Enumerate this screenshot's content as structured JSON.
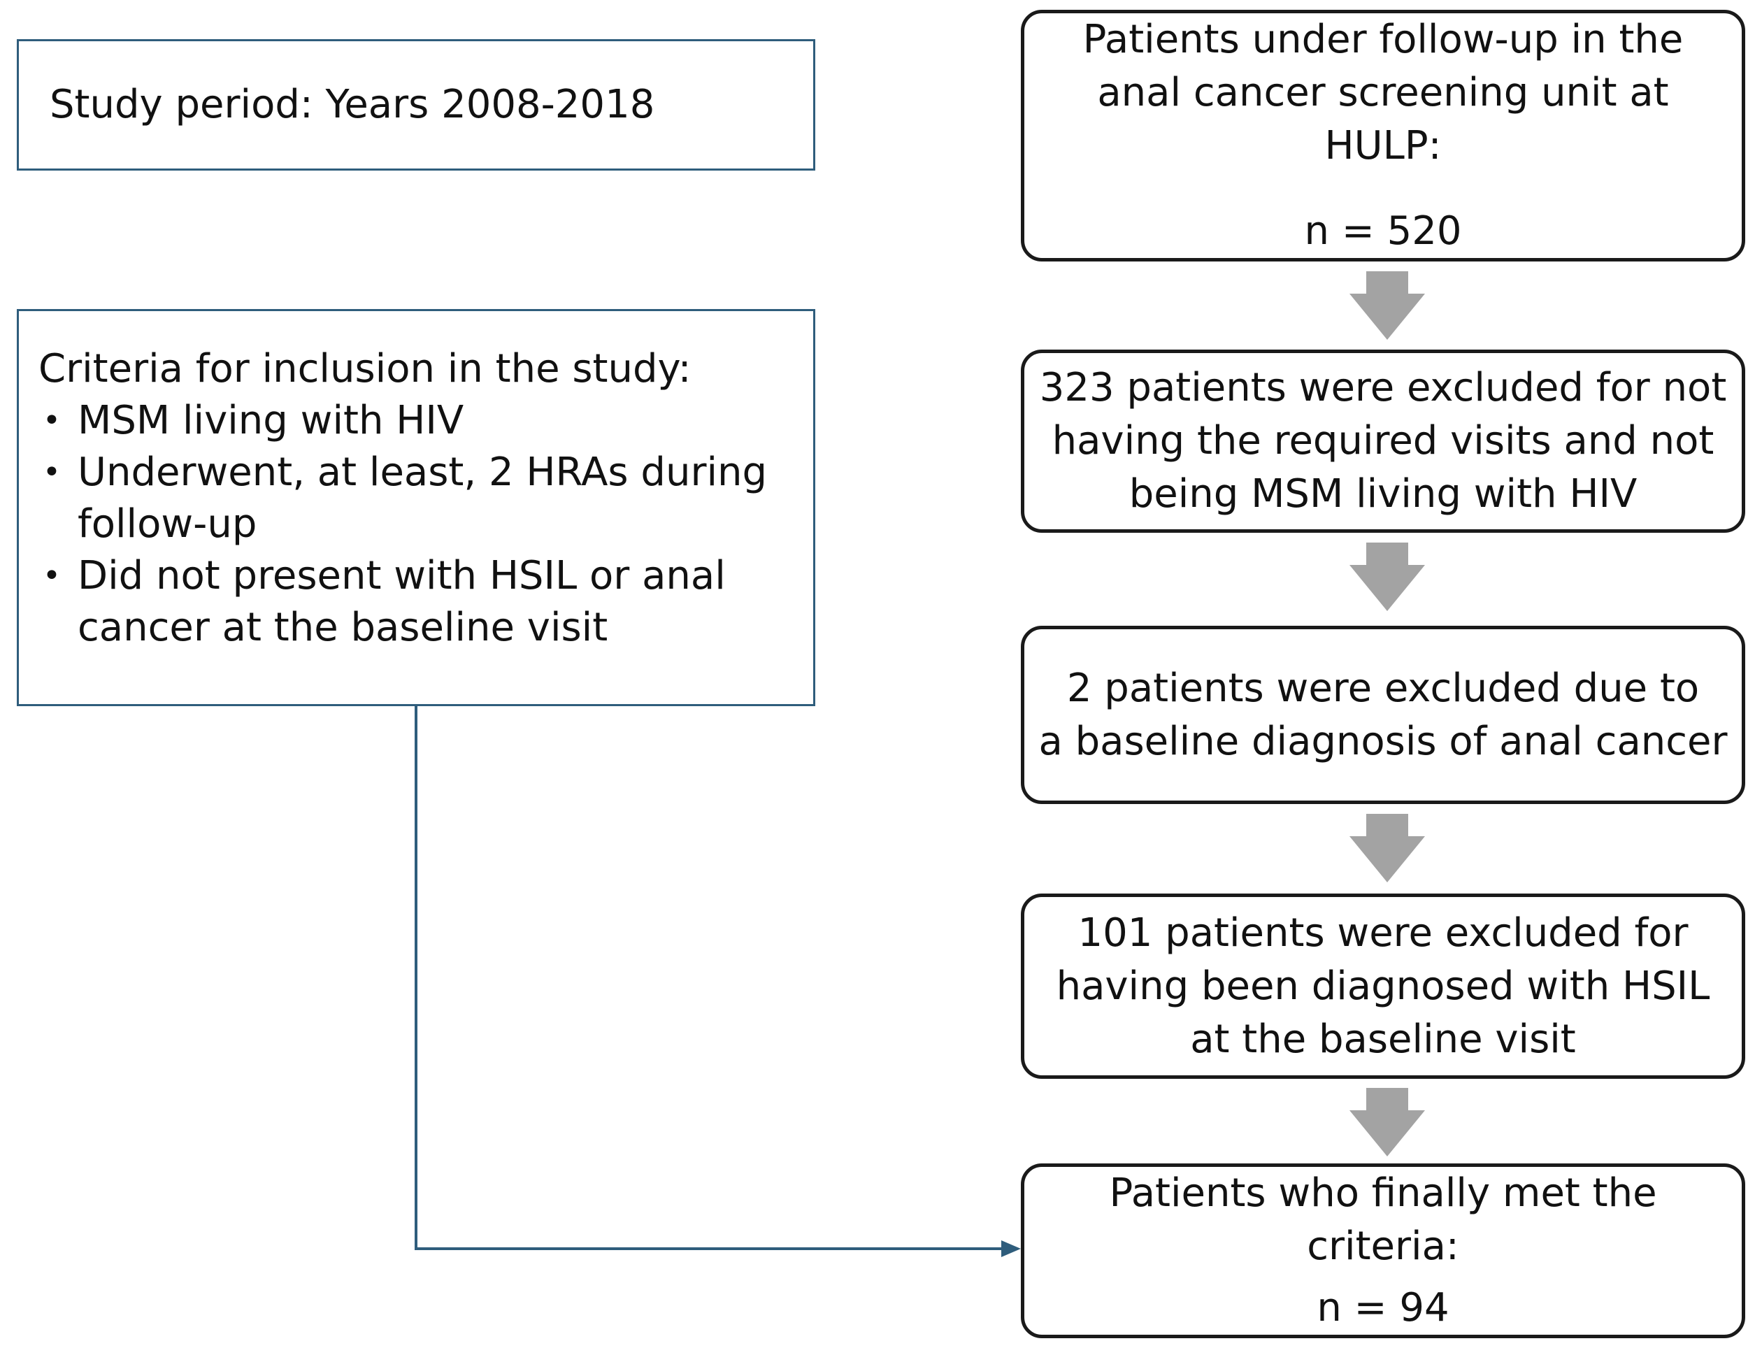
{
  "left_boxes": {
    "study_period": "Study period: Years 2008-2018",
    "criteria": {
      "heading": "Criteria for inclusion in the study:",
      "items": [
        {
          "line1": "MSM living with HIV"
        },
        {
          "line1": "Underwent, at least, 2 HRAs during",
          "line2": "follow-up"
        },
        {
          "line1": "Did not present with HSIL or anal",
          "line2": "cancer at the baseline visit"
        }
      ],
      "bullet": "•"
    }
  },
  "flow_boxes": [
    {
      "lines": [
        "Patients under follow-up in the",
        "anal cancer screening unit at",
        "HULP:"
      ],
      "count": "n = 520"
    },
    {
      "lines": [
        "323 patients were excluded for not",
        "having the required visits and not",
        "being MSM living with HIV"
      ]
    },
    {
      "lines": [
        "2 patients were excluded due to",
        "a baseline diagnosis of anal cancer"
      ]
    },
    {
      "lines": [
        "101 patients were excluded for",
        "having been diagnosed with HSIL",
        "at the baseline visit"
      ]
    },
    {
      "lines": [
        "Patients who finally met the",
        "criteria:"
      ],
      "count": "n = 94"
    }
  ],
  "colors": {
    "left_box_border": "#2f5d7c",
    "connector_line": "#2f5d7c",
    "flow_box_border": "#1a1a1a",
    "down_arrow": "#a3a3a3"
  }
}
